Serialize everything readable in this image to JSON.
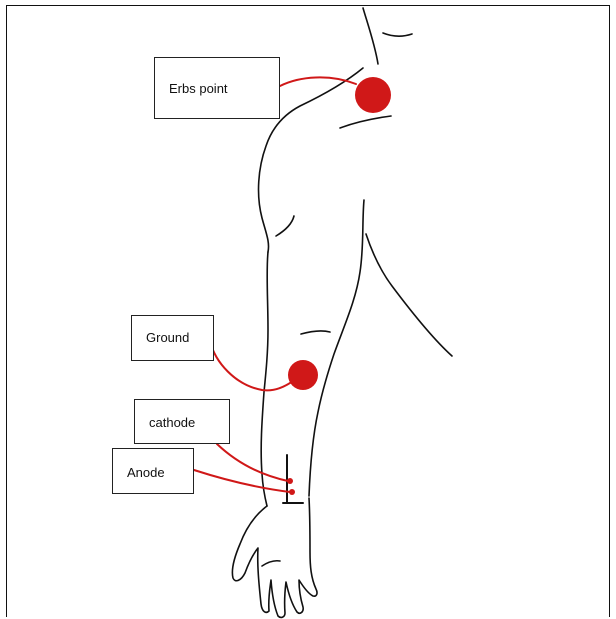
{
  "labels": {
    "erbs_point": "Erbs point",
    "ground": "Ground",
    "cathode": "cathode",
    "anode": "Anode"
  },
  "colors": {
    "electrode": "#d01818",
    "outline": "#111111"
  }
}
